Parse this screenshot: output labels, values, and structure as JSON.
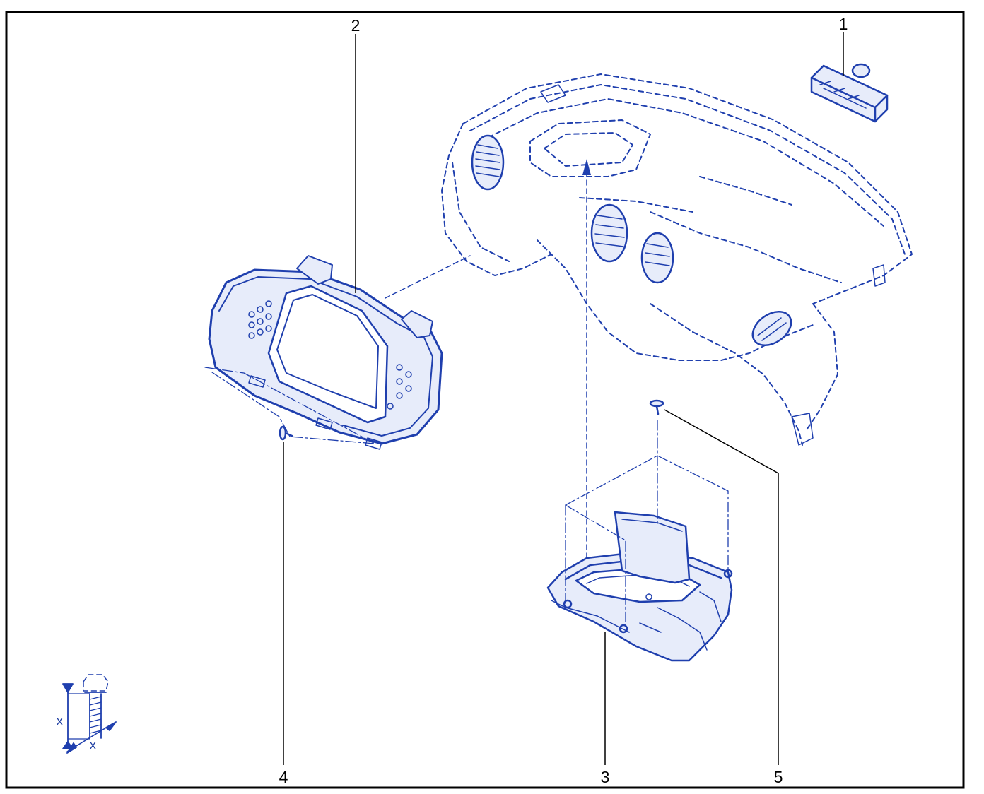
{
  "callouts": [
    {
      "id": "1",
      "label": "1"
    },
    {
      "id": "2",
      "label": "2"
    },
    {
      "id": "3",
      "label": "3"
    },
    {
      "id": "4",
      "label": "4"
    },
    {
      "id": "5",
      "label": "5"
    }
  ],
  "dimension_symbol": {
    "label_x_vertical": "X",
    "label_x_horizontal": "X"
  },
  "colors": {
    "line_art": "#1f3fae",
    "part_fill": "#e7ecfa",
    "callout_text": "#000000",
    "frame": "#000000",
    "background": "#ffffff"
  }
}
